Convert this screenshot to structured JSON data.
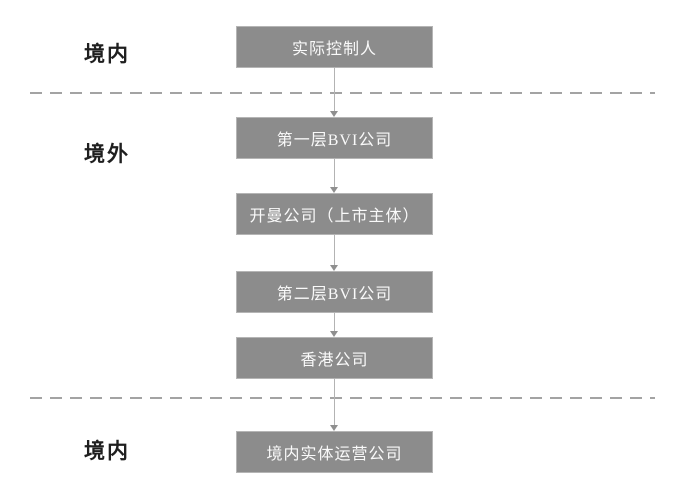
{
  "diagram": {
    "title_hint": "red-chip overseas listing corporate structure",
    "regions": [
      {
        "id": "domestic-top",
        "label": "境内"
      },
      {
        "id": "overseas",
        "label": "境外"
      },
      {
        "id": "domestic-bottom",
        "label": "境内"
      }
    ],
    "nodes": [
      {
        "id": "actual-controller",
        "label": "实际控制人",
        "region": "境内"
      },
      {
        "id": "bvi-layer-1",
        "label": "第一层BVI公司",
        "region": "境外"
      },
      {
        "id": "cayman-listing-entity",
        "label": "开曼公司（上市主体）",
        "region": "境外"
      },
      {
        "id": "bvi-layer-2",
        "label": "第二层BVI公司",
        "region": "境外"
      },
      {
        "id": "hongkong-company",
        "label": "香港公司",
        "region": "境外"
      },
      {
        "id": "domestic-operating-company",
        "label": "境内实体运营公司",
        "region": "境内"
      }
    ],
    "edges": [
      {
        "from": "实际控制人",
        "to": "第一层BVI公司",
        "type": "arrow-down"
      },
      {
        "from": "第一层BVI公司",
        "to": "开曼公司（上市主体）",
        "type": "arrow-down"
      },
      {
        "from": "开曼公司（上市主体）",
        "to": "第二层BVI公司",
        "type": "arrow-down"
      },
      {
        "from": "第二层BVI公司",
        "to": "香港公司",
        "type": "arrow-down"
      },
      {
        "from": "香港公司",
        "to": "境内实体运营公司",
        "type": "arrow-down"
      }
    ],
    "colors": {
      "box_bg": "#8c8c8c",
      "box_text": "#fafafa",
      "arrow": "#8f8f8f",
      "dashed_divider": "#a3a3a3",
      "region_label_text": "#1f1f1f",
      "background": "#ffffff"
    }
  }
}
